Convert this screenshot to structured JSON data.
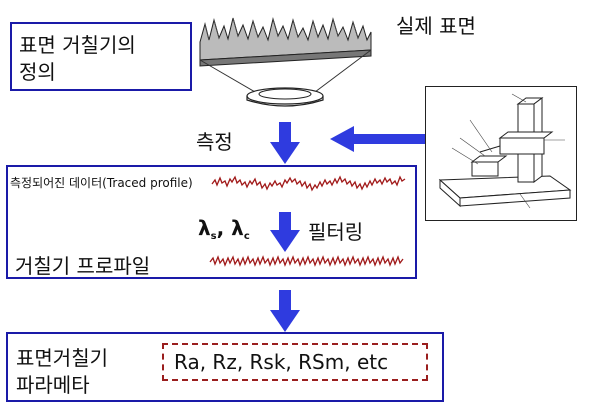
{
  "definition_box": {
    "line1": "표면 거칠기의",
    "line2": "정의"
  },
  "actual_surface_label": "실제 표면",
  "measure_label": "측정",
  "traced_profile_label_ko": "측정되어진 데이터",
  "traced_profile_label_en": "(Traced profile)",
  "filter": {
    "lambda_s": "λs",
    "lambda_c": "λc",
    "label": "필터링"
  },
  "roughness_profile_label": "거칠기 프로파일",
  "parameters_box": {
    "line1": "표면거칠기",
    "line2": "파라메타"
  },
  "parameters_list": "Ra, Rz, Rsk, RSm, etc",
  "colors": {
    "box_border": "#1a1aa8",
    "arrow": "#2f3bdf",
    "profile_line": "#a01818",
    "dashed_border": "#9a1e1e"
  }
}
